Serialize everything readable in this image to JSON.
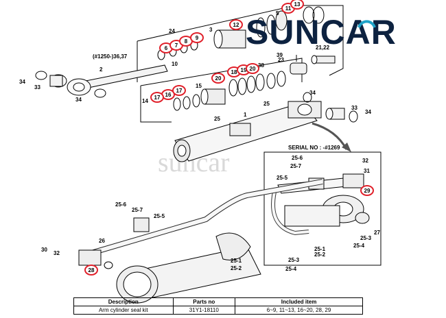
{
  "brand": {
    "logo_text": "SUNCAR",
    "watermark": "suncar",
    "logo_color": "#0d2240",
    "accent_color": "#1fa3c8"
  },
  "diagram": {
    "serial_note": "SERIAL NO : -#1269",
    "range_note": "(#1250-)36,37",
    "part_labels": [
      "1",
      "2",
      "3",
      "5",
      "10",
      "14",
      "15",
      "21,22",
      "23",
      "24",
      "25",
      "25-1",
      "25-2",
      "25-3",
      "25-4",
      "25-5",
      "25-6",
      "25-7",
      "26",
      "27",
      "30",
      "31",
      "32",
      "33",
      "34",
      "38",
      "39"
    ],
    "seal_kit_items": [
      "6",
      "7",
      "8",
      "9",
      "11",
      "12",
      "13",
      "16",
      "17",
      "18",
      "19",
      "20",
      "28",
      "29"
    ],
    "highlight_color": "#e0202a"
  },
  "table": {
    "headers": [
      "Description",
      "Parts no",
      "Included item"
    ],
    "rows": [
      [
        "Arm cylinder seal kit",
        "31Y1-18110",
        "6~9, 11~13, 16~20, 28, 29"
      ]
    ]
  }
}
